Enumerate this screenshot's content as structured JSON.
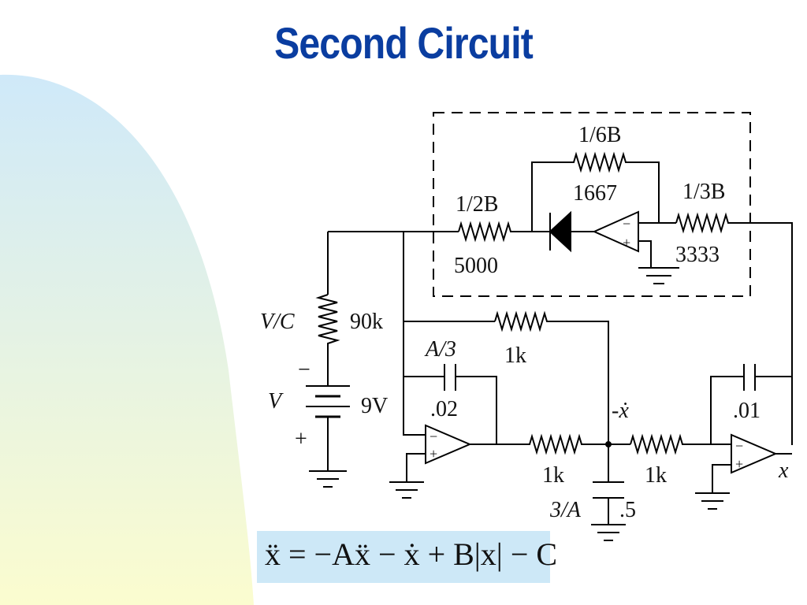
{
  "slide": {
    "title": "Second Circuit",
    "title_color": "#0a3da0",
    "background_gradient": [
      "#cfe9f9",
      "#fbfccf"
    ]
  },
  "circuit": {
    "labels": {
      "r_sixth_b_name": "1/6B",
      "r_sixth_b_value": "1667",
      "r_half_b_name": "1/2B",
      "r_half_b_value": "5000",
      "r_third_b_name": "1/3B",
      "r_third_b_value": "3333",
      "r_vc_name": "V/C",
      "r_vc_value": "90k",
      "battery_name": "V",
      "battery_value": "9V",
      "battery_minus": "−",
      "battery_plus": "+",
      "r_1k_top": "1k",
      "cap_a3_name": "A/3",
      "cap_a3_value": ".02",
      "node_xdot": "-ẋ",
      "r_1k_mid_left": "1k",
      "r_1k_mid_right": "1k",
      "cap_right_value": ".01",
      "output_x": "x",
      "cap_bottom_name": "3/A",
      "cap_bottom_value": ".5",
      "opamp_minus": "−",
      "opamp_plus": "+"
    }
  },
  "equation": {
    "text": "ẍ = −Aẍ − ẋ + B|x| − C",
    "box_color": "#cde8f7"
  }
}
